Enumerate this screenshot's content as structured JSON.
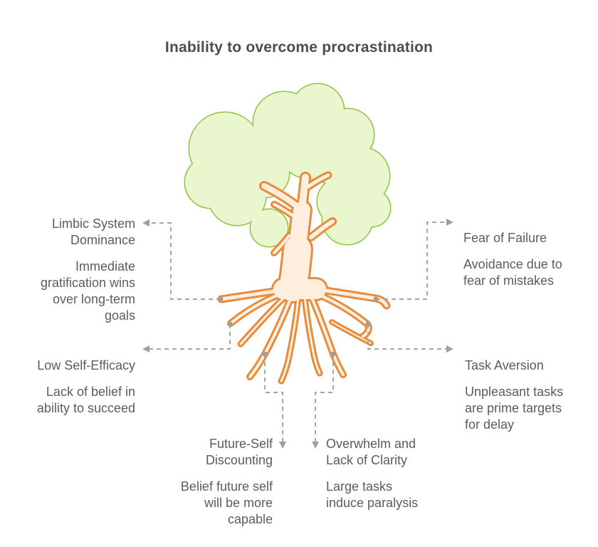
{
  "title": "Inability to overcome procrastination",
  "icons": {
    "tree_illustration": "tree-with-exposed-roots",
    "connector_arrow": "arrowhead",
    "root_marker": "dot"
  },
  "colors": {
    "background": "#ffffff",
    "canopy_fill": "#eaf6ce",
    "canopy_stroke": "#8cc63f",
    "trunk_fill": "#fdeedd",
    "trunk_stroke": "#e98b3c",
    "connector": "#a6a6a6",
    "marker": "#9e9e9e",
    "title_text": "#4d4d4d",
    "label_text": "#5c5c5c"
  },
  "callouts": [
    {
      "id": "limbic-system-dominance",
      "heading": "Limbic System\nDominance",
      "body": "Immediate\ngratification wins\nover long-term\ngoals"
    },
    {
      "id": "fear-of-failure",
      "heading": "Fear of Failure",
      "body": "Avoidance due to\nfear of mistakes"
    },
    {
      "id": "low-self-efficacy",
      "heading": "Low Self-Efficacy",
      "body": "Lack of belief in\nability to succeed"
    },
    {
      "id": "task-aversion",
      "heading": "Task Aversion",
      "body": "Unpleasant tasks\nare prime targets\nfor delay"
    },
    {
      "id": "future-self-discounting",
      "heading": "Future-Self\nDiscounting",
      "body": "Belief future self\nwill be more\ncapable"
    },
    {
      "id": "overwhelm-and-lack-of-clarity",
      "heading": "Overwhelm and\nLack of Clarity",
      "body": "Large tasks\ninduce paralysis"
    }
  ]
}
